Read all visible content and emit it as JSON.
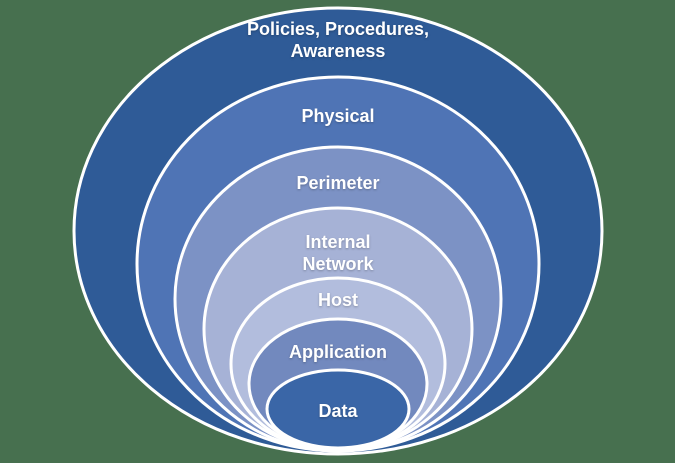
{
  "background_color": "#47704F",
  "outline_color": "#FFFFFF",
  "label_color": "#FFFFFF",
  "layers": [
    {
      "label_line1": "Policies, Procedures,",
      "label_line2": "Awareness",
      "color": "#2F5B97"
    },
    {
      "label": "Physical",
      "color": "#4F74B5"
    },
    {
      "label": "Perimeter",
      "color": "#7C92C5"
    },
    {
      "label_line1": "Internal",
      "label_line2": "Network",
      "color": "#A6B2D6"
    },
    {
      "label": "Host",
      "color": "#B2BDDD"
    },
    {
      "label": "Application",
      "color": "#7289BE"
    },
    {
      "label": "Data",
      "color": "#3A66A7"
    }
  ]
}
